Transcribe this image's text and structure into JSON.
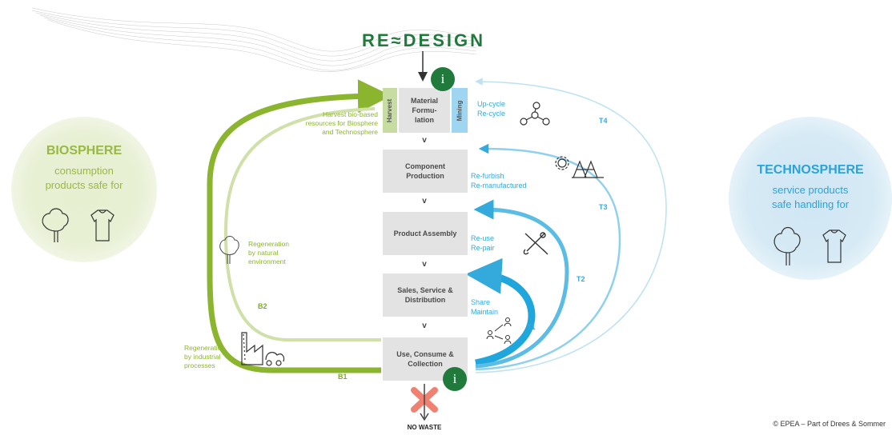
{
  "brand": {
    "logo_text": "RE≈DESIGN",
    "colors": {
      "green": "#8cb52f",
      "blue": "#34a9dc",
      "dark_green": "#1f7a3b",
      "red": "#f08070"
    }
  },
  "biosphere": {
    "title": "BIOSPHERE",
    "line1": "consumption",
    "line2": "products safe for"
  },
  "technosphere": {
    "title": "TECHNOSPHERE",
    "line1": "service products",
    "line2": "safe handling for"
  },
  "process": {
    "harvest_tab": "Harvest",
    "material_line1": "Material",
    "material_line2": "Formu-",
    "material_line3": "lation",
    "mining_tab": "Mining",
    "chevron": "v",
    "component_line1": "Component",
    "component_line2": "Production",
    "assembly": "Product  Assembly",
    "sales_line1": "Sales,  Service &",
    "sales_line2": "Distribution",
    "use_line1": "Use,  Consume &",
    "use_line2": "Collection"
  },
  "info_icon": "i",
  "no_waste": "NO WASTE",
  "annotations": {
    "harvest_line1": "Harvest bio-based",
    "harvest_line2": "resources for Biosphere",
    "harvest_line3": "and Technosphere",
    "upcycle": "Up-cycle",
    "recycle": "Re-cycle",
    "refurbish": "Re-furbish",
    "remanufactured": "Re-manufactured",
    "reuse": "Re-use",
    "repair": "Re-pair",
    "share": "Share",
    "maintain": "Maintain",
    "regen_natural_1": "Regeneration",
    "regen_natural_2": "by natural",
    "regen_natural_3": "environment",
    "regen_industrial_1": "Regeneration",
    "regen_industrial_2": "by industrial",
    "regen_industrial_3": "processes"
  },
  "loops": {
    "b1": "B1",
    "b2": "B2",
    "t1": "T1",
    "t2": "T2",
    "t3": "T3",
    "t4": "T4"
  },
  "icons": [
    "tree-icon",
    "person-icon",
    "molecule-icon",
    "gear-icon",
    "tools-icon",
    "people-share-icon",
    "factory-icon",
    "cross-icon",
    "down-arrow-icon"
  ],
  "copyright": "© EPEA – Part of Drees & Sommer"
}
